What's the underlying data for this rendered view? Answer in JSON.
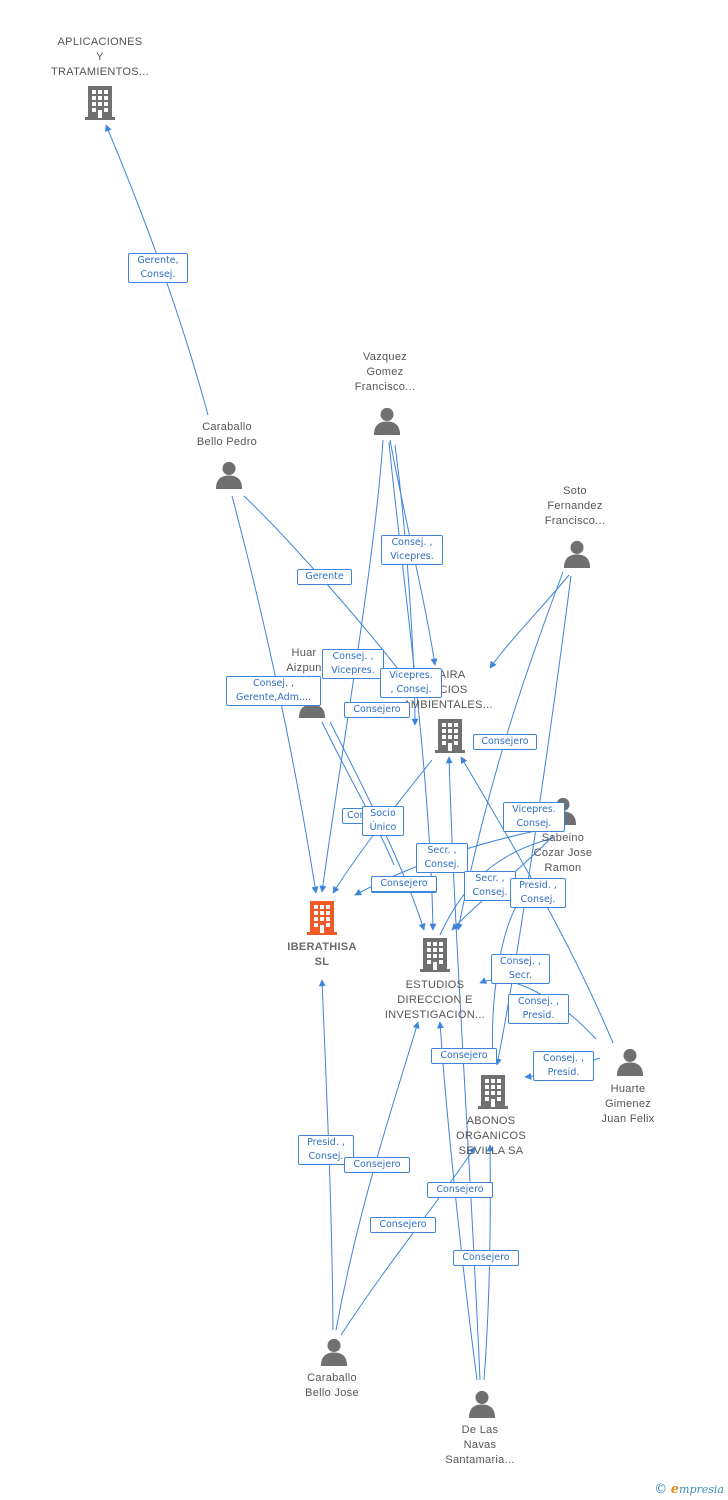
{
  "colors": {
    "edge": "#3e84d8",
    "company": "#707070",
    "company_main": "#f05a24",
    "person": "#707070"
  },
  "nodes": [
    {
      "id": "aplicaciones",
      "type": "company",
      "label": "APLICACIONES\nY\nTRATAMIENTOS..."
    },
    {
      "id": "iberathisa",
      "type": "company_main",
      "label": "IBERATHISA\nSL"
    },
    {
      "id": "dedaira",
      "type": "company",
      "label": "DAIRA\nVICIOS\nAMBIENTALES..."
    },
    {
      "id": "estudios",
      "type": "company",
      "label": "ESTUDIOS\nDIRECCION E\nINVESTIGACION..."
    },
    {
      "id": "abonos",
      "type": "company",
      "label": "ABONOS\nORGANICOS\nSEVILLA SA"
    },
    {
      "id": "caballo_pedro",
      "type": "person",
      "label": "Caraballo\nBello Pedro"
    },
    {
      "id": "vazquez",
      "type": "person",
      "label": "Vazquez\nGomez\nFrancisco..."
    },
    {
      "id": "soto",
      "type": "person",
      "label": "Soto\nFernandez\nFrancisco..."
    },
    {
      "id": "huarte_aizpun",
      "type": "person",
      "label": "Huar\nAizpun"
    },
    {
      "id": "sabeino",
      "type": "person",
      "label": "Sabeino\nCozar Jose\nRamon"
    },
    {
      "id": "huarte_gimenez",
      "type": "person",
      "label": "Huarte\nGimenez\nJuan Felix"
    },
    {
      "id": "caballo_jose",
      "type": "person",
      "label": "Caraballo\nBello Jose"
    },
    {
      "id": "navas",
      "type": "person",
      "label": "De Las\nNavas\nSantamaria..."
    }
  ],
  "edge_labels": [
    "Gerente,\nConsej.",
    "Gerente",
    "Consej. ,\nVicepres.",
    "Consej. ,\nVicepres.",
    "Vicepres.\n, Consej.",
    "Consejero",
    "Consejero",
    "Consej. ,\nGerente,Adm....",
    "Consejero",
    "Consejero",
    "Socio\nÚnico",
    "Vicepres.\nConsej.",
    "Secr. ,\nConsej.",
    "Consejero",
    "Secr. ,\nConsej.",
    "Presid. ,\nConsej.",
    "Consej. ,\nSecr.",
    "Consej. ,\nPresid.",
    "Consejero",
    "Consej. ,\nPresid.",
    "Presid. ,\nConsej.",
    "Consejero",
    "Consejero",
    "Consejero",
    "Consejero"
  ],
  "brand": {
    "copyright": "©",
    "initial": "e",
    "name": "mpresia"
  }
}
